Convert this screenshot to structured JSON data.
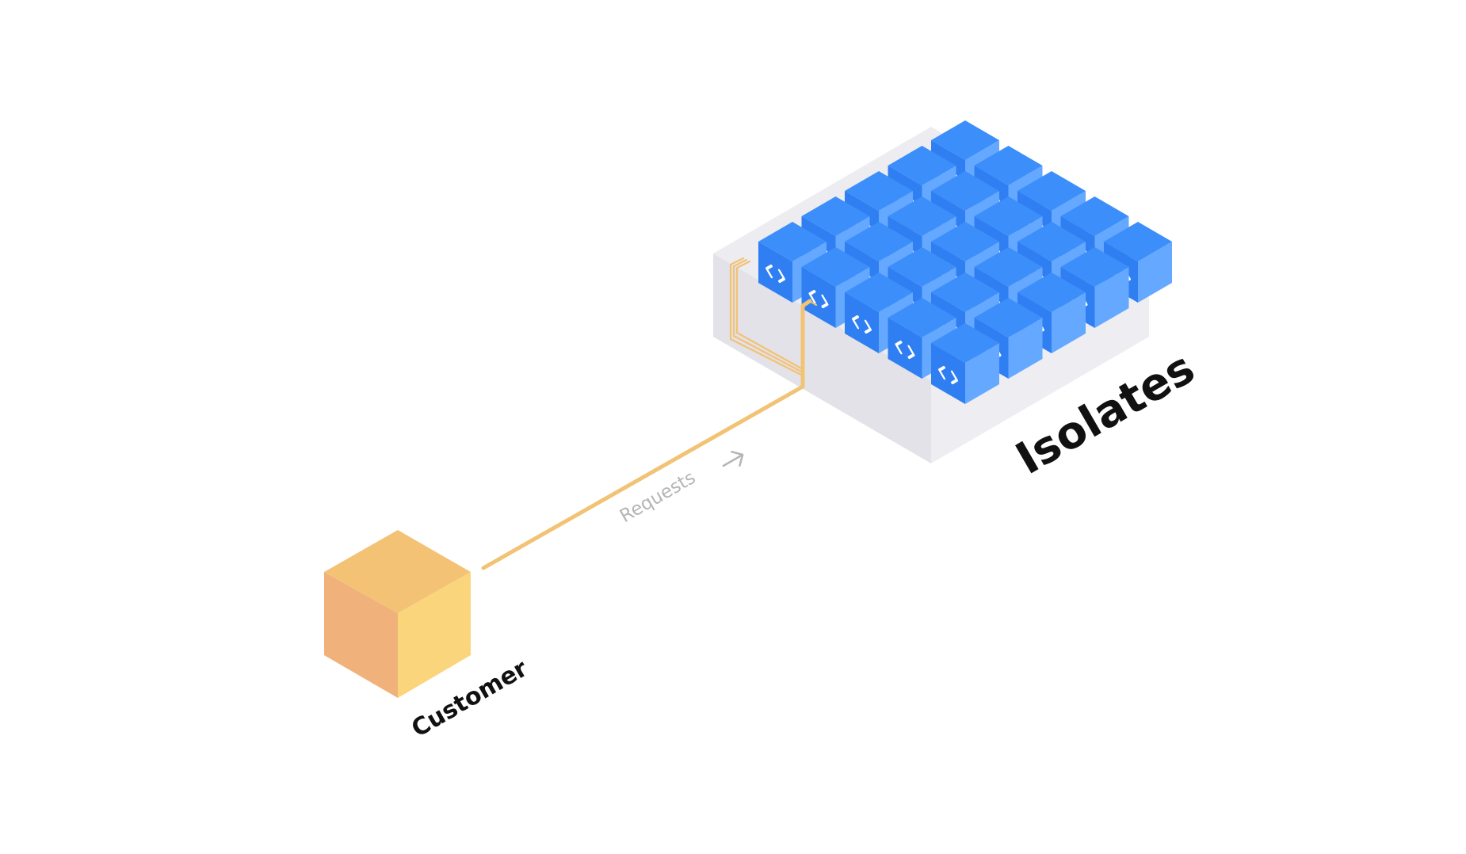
{
  "labels": {
    "customer": "Customer",
    "requests": "Requests",
    "isolates": "Isolates"
  },
  "grid": {
    "rows": 5,
    "cols": 5,
    "isolate_count": 25,
    "icon": "code-brackets-icon"
  },
  "colors": {
    "customer_top": "#F3C275",
    "customer_left": "#F0B27A",
    "customer_right": "#FBD57C",
    "isolate_top": "#3C8EFA",
    "isolate_left": "#2F7FF2",
    "isolate_right": "#64A8FF",
    "isolate_icon": "#FFFFFF",
    "platform_top": "#EDECF1",
    "platform_left": "#E3E2E8",
    "platform_right": "#EEEDF2",
    "connection_line": "#F2C275",
    "requests_label": "#B5B5B5",
    "label_dark": "#111111"
  }
}
